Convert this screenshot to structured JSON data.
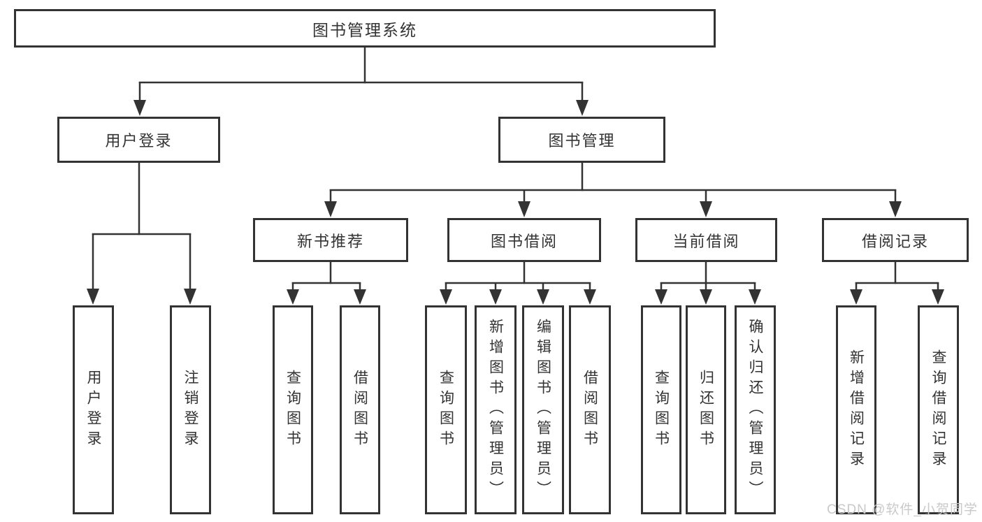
{
  "colors": {
    "line": "#333333",
    "text": "#333333",
    "node_fill": "#ffffff",
    "background": "#ffffff",
    "watermark": "#c9c9c9"
  },
  "watermark": "CSDN @软件_小贺同学",
  "tree": {
    "root": "图书管理系统",
    "login": {
      "label": "用户登录",
      "items": [
        "用户登录",
        "注销登录"
      ]
    },
    "mgmt": {
      "label": "图书管理",
      "groups": [
        {
          "label": "新书推荐",
          "items": [
            "查询图书",
            "借阅图书"
          ]
        },
        {
          "label": "图书借阅",
          "items": [
            "查询图书",
            "新增图书（管理员）",
            "编辑图书（管理员）",
            "借阅图书"
          ]
        },
        {
          "label": "当前借阅",
          "items": [
            "查询图书",
            "归还图书",
            "确认归还（管理员）"
          ]
        },
        {
          "label": "借阅记录",
          "items": [
            "新增借阅记录",
            "查询借阅记录"
          ]
        }
      ]
    }
  }
}
